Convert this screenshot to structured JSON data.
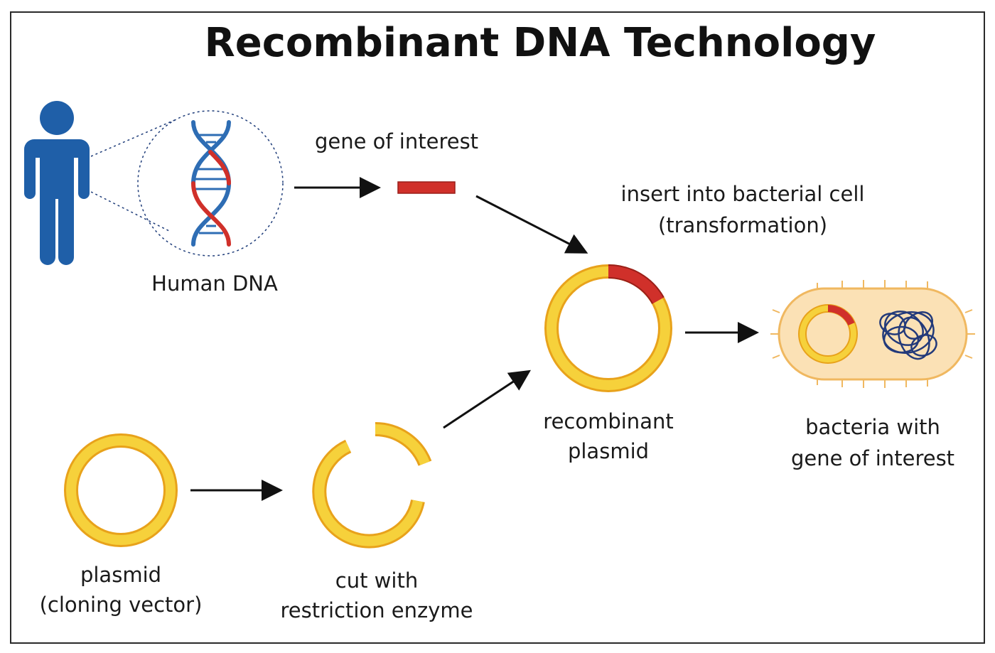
{
  "title": "Recombinant DNA Technology",
  "labels": {
    "human_dna": "Human DNA",
    "gene_of_interest": "gene of interest",
    "insert_line1": "insert into bacterial cell",
    "insert_line2": "(transformation)",
    "recombinant_line1": "recombinant",
    "recombinant_line2": "plasmid",
    "bacteria_line1": "bacteria with",
    "bacteria_line2": "gene of interest",
    "plasmid_line1": "plasmid",
    "plasmid_line2": "(cloning vector)",
    "cut_line1": "cut with",
    "cut_line2": "restriction enzyme"
  },
  "colors": {
    "human": "#1f5fa8",
    "dna_blue": "#2e6db4",
    "gene_red": "#d0302a",
    "plasmid_yellow": "#f6d13b",
    "plasmid_orange": "#e8a21b",
    "cell_fill": "#fbe1b5",
    "cell_border": "#f0b860",
    "chromosome": "#233a7a",
    "arrow": "#111111"
  },
  "icons": [
    "person-icon",
    "dna-helix-icon",
    "gene-segment",
    "plasmid-ring",
    "cut-plasmid",
    "recombinant-plasmid",
    "bacterium-cell"
  ]
}
